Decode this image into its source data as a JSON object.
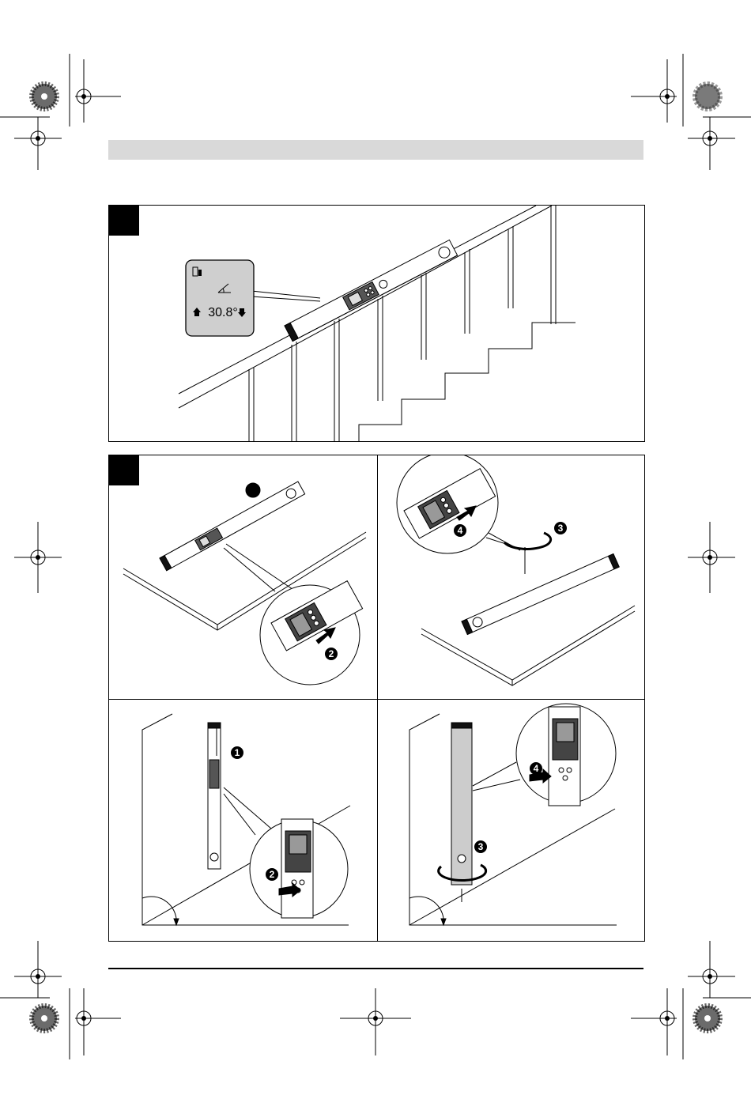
{
  "figure_a": {
    "display_reading": "30.8°"
  },
  "figure_b": {
    "step_labels": [
      "❶",
      "❷",
      "❸",
      "❹"
    ]
  },
  "colors": {
    "header_bar": "#d9d9d9",
    "screen_gray": "#cfcfcf",
    "panel_border": "#000000"
  },
  "icons": [
    "registration-mark",
    "color-wheel-mark",
    "rotation-arrow-icon",
    "press-arrow-icon",
    "angle-icon"
  ]
}
